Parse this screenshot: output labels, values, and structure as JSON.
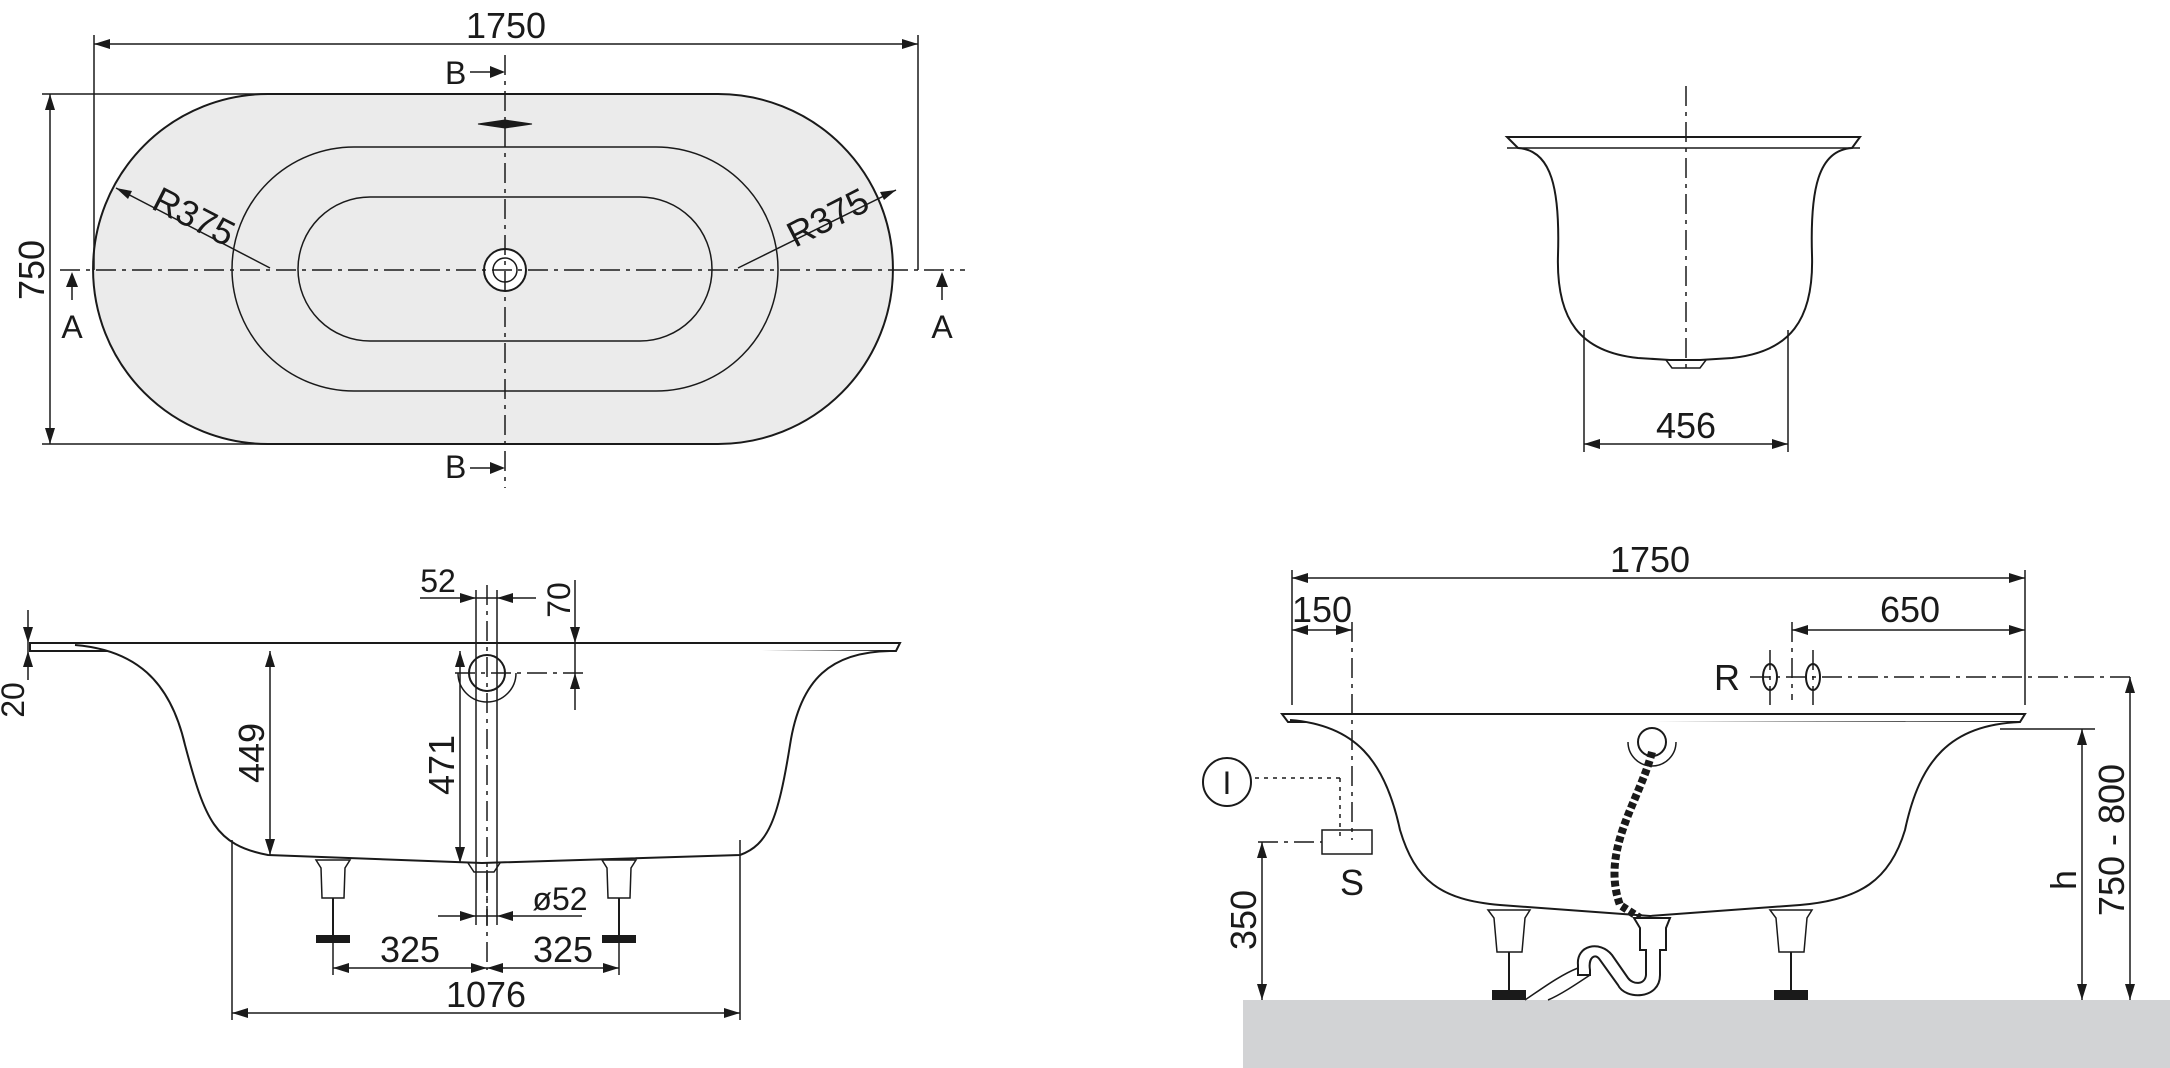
{
  "top_view": {
    "length": "1750",
    "width": "750",
    "radius_left": "R375",
    "radius_right": "R375",
    "section_b_top": "B",
    "section_b_bottom": "B",
    "section_a_left": "A",
    "section_a_right": "A"
  },
  "end_view": {
    "bottom_width": "456"
  },
  "side_view": {
    "overflow_diameter": "52",
    "overflow_offset": "70",
    "rim_thickness": "20",
    "inner_depth": "449",
    "overflow_height": "471",
    "drain_diameter": "ø52",
    "leg_spacing_left": "325",
    "leg_spacing_right": "325",
    "base_length": "1076"
  },
  "install_view": {
    "length": "1750",
    "supply_offset": "150",
    "valve_offset": "650",
    "valve_label": "R",
    "supply_label": "S",
    "supply_height": "350",
    "height_label": "h",
    "height_range": "750 - 800",
    "marker_label": "I"
  }
}
